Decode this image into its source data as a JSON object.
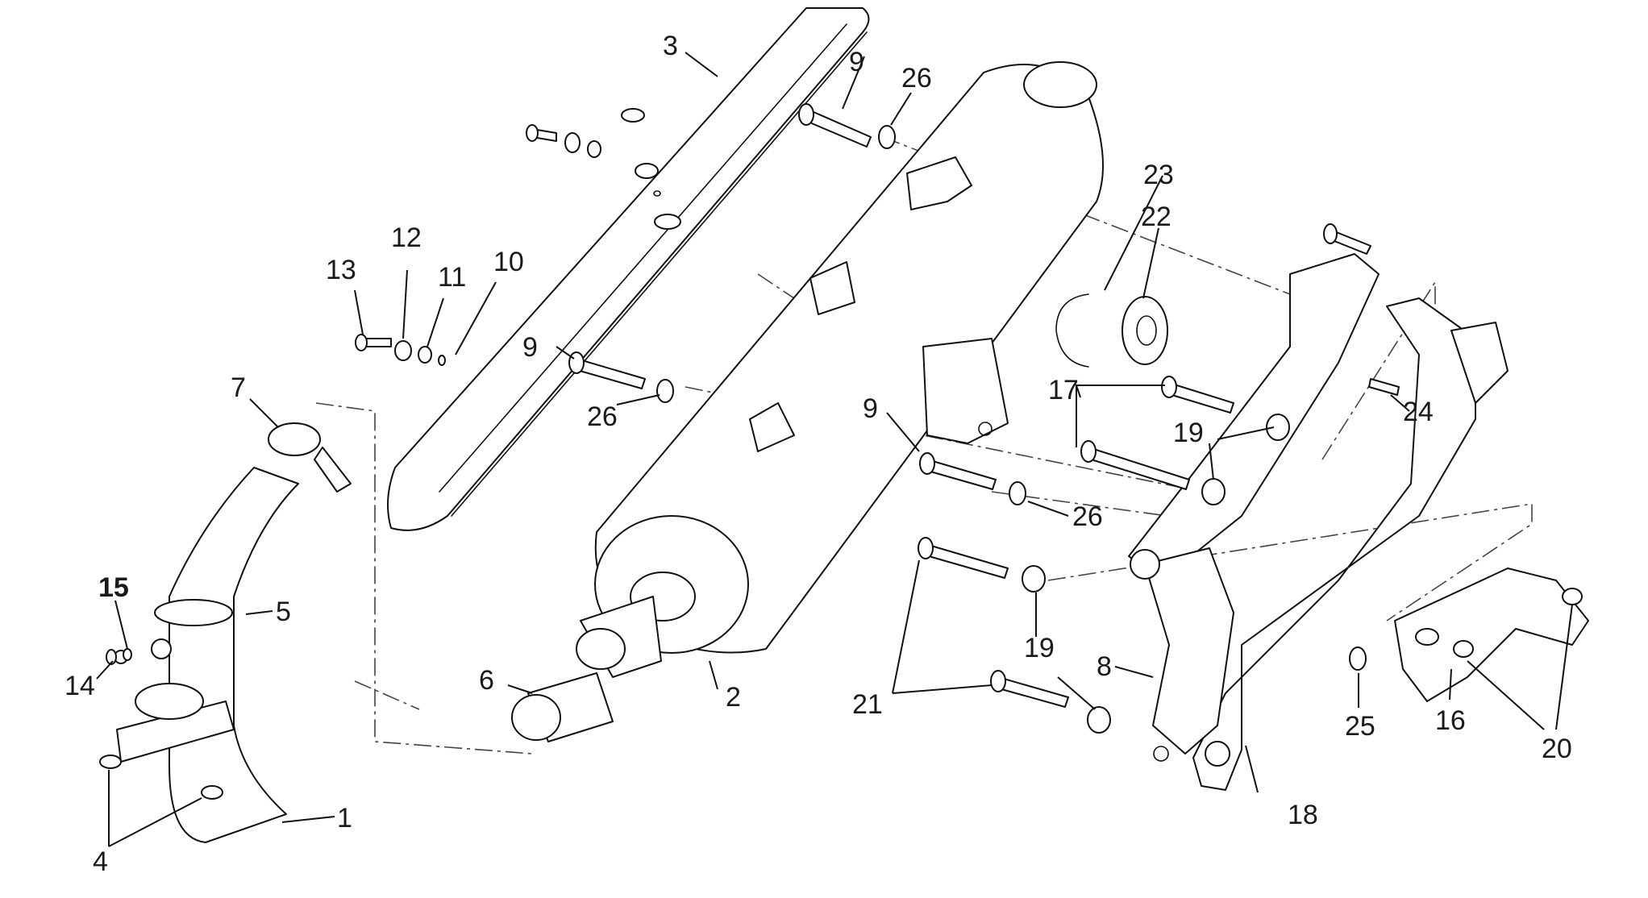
{
  "callouts": [
    {
      "id": "c1",
      "label": "1"
    },
    {
      "id": "c2",
      "label": "2"
    },
    {
      "id": "c3",
      "label": "3"
    },
    {
      "id": "c4",
      "label": "4"
    },
    {
      "id": "c5",
      "label": "5"
    },
    {
      "id": "c6",
      "label": "6"
    },
    {
      "id": "c7",
      "label": "7"
    },
    {
      "id": "c8",
      "label": "8"
    },
    {
      "id": "c9a",
      "label": "9"
    },
    {
      "id": "c9b",
      "label": "9"
    },
    {
      "id": "c9c",
      "label": "9"
    },
    {
      "id": "c10",
      "label": "10"
    },
    {
      "id": "c11",
      "label": "11"
    },
    {
      "id": "c12",
      "label": "12"
    },
    {
      "id": "c13",
      "label": "13"
    },
    {
      "id": "c14",
      "label": "14"
    },
    {
      "id": "c15",
      "label": "15"
    },
    {
      "id": "c16",
      "label": "16"
    },
    {
      "id": "c17",
      "label": "17"
    },
    {
      "id": "c18",
      "label": "18"
    },
    {
      "id": "c19a",
      "label": "19"
    },
    {
      "id": "c19b",
      "label": "19"
    },
    {
      "id": "c20",
      "label": "20"
    },
    {
      "id": "c21",
      "label": "21"
    },
    {
      "id": "c22",
      "label": "22"
    },
    {
      "id": "c23",
      "label": "23"
    },
    {
      "id": "c24",
      "label": "24"
    },
    {
      "id": "c25",
      "label": "25"
    },
    {
      "id": "c26a",
      "label": "26"
    },
    {
      "id": "c26b",
      "label": "26"
    },
    {
      "id": "c26c",
      "label": "26"
    }
  ]
}
